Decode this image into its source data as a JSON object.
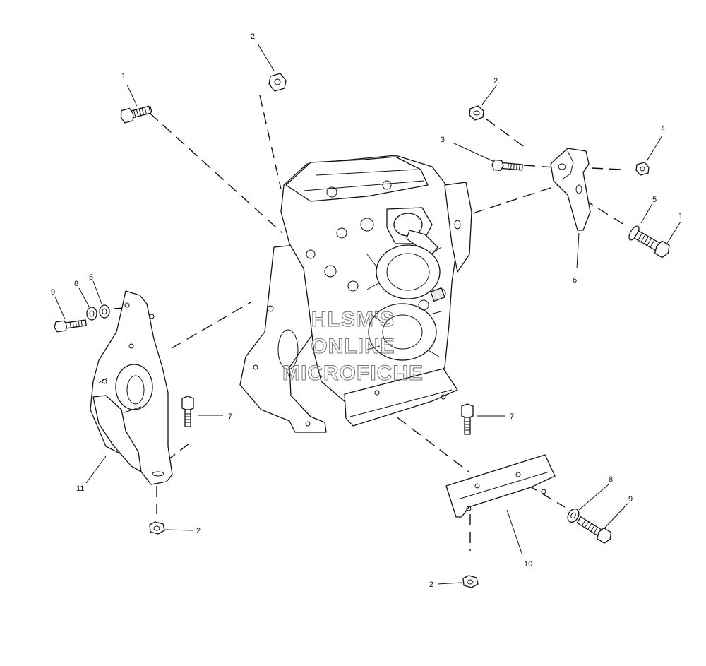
{
  "callouts": [
    {
      "id": "c1a",
      "text": "1"
    },
    {
      "id": "c2a",
      "text": "2"
    },
    {
      "id": "c2b",
      "text": "2"
    },
    {
      "id": "c3",
      "text": "3"
    },
    {
      "id": "c4",
      "text": "4"
    },
    {
      "id": "c5a",
      "text": "5"
    },
    {
      "id": "c1b",
      "text": "1"
    },
    {
      "id": "c6",
      "text": "6"
    },
    {
      "id": "c9a",
      "text": "9"
    },
    {
      "id": "c8a",
      "text": "8"
    },
    {
      "id": "c5b",
      "text": "5"
    },
    {
      "id": "c7a",
      "text": "7"
    },
    {
      "id": "c7b",
      "text": "7"
    },
    {
      "id": "c11",
      "text": "11"
    },
    {
      "id": "c2c",
      "text": "2"
    },
    {
      "id": "c8b",
      "text": "8"
    },
    {
      "id": "c9b",
      "text": "9"
    },
    {
      "id": "c10",
      "text": "10"
    },
    {
      "id": "c2d",
      "text": "2"
    }
  ],
  "watermark": {
    "line1": "HLSM'S",
    "line2": "ONLINE",
    "line3": "MICROFICHE"
  }
}
